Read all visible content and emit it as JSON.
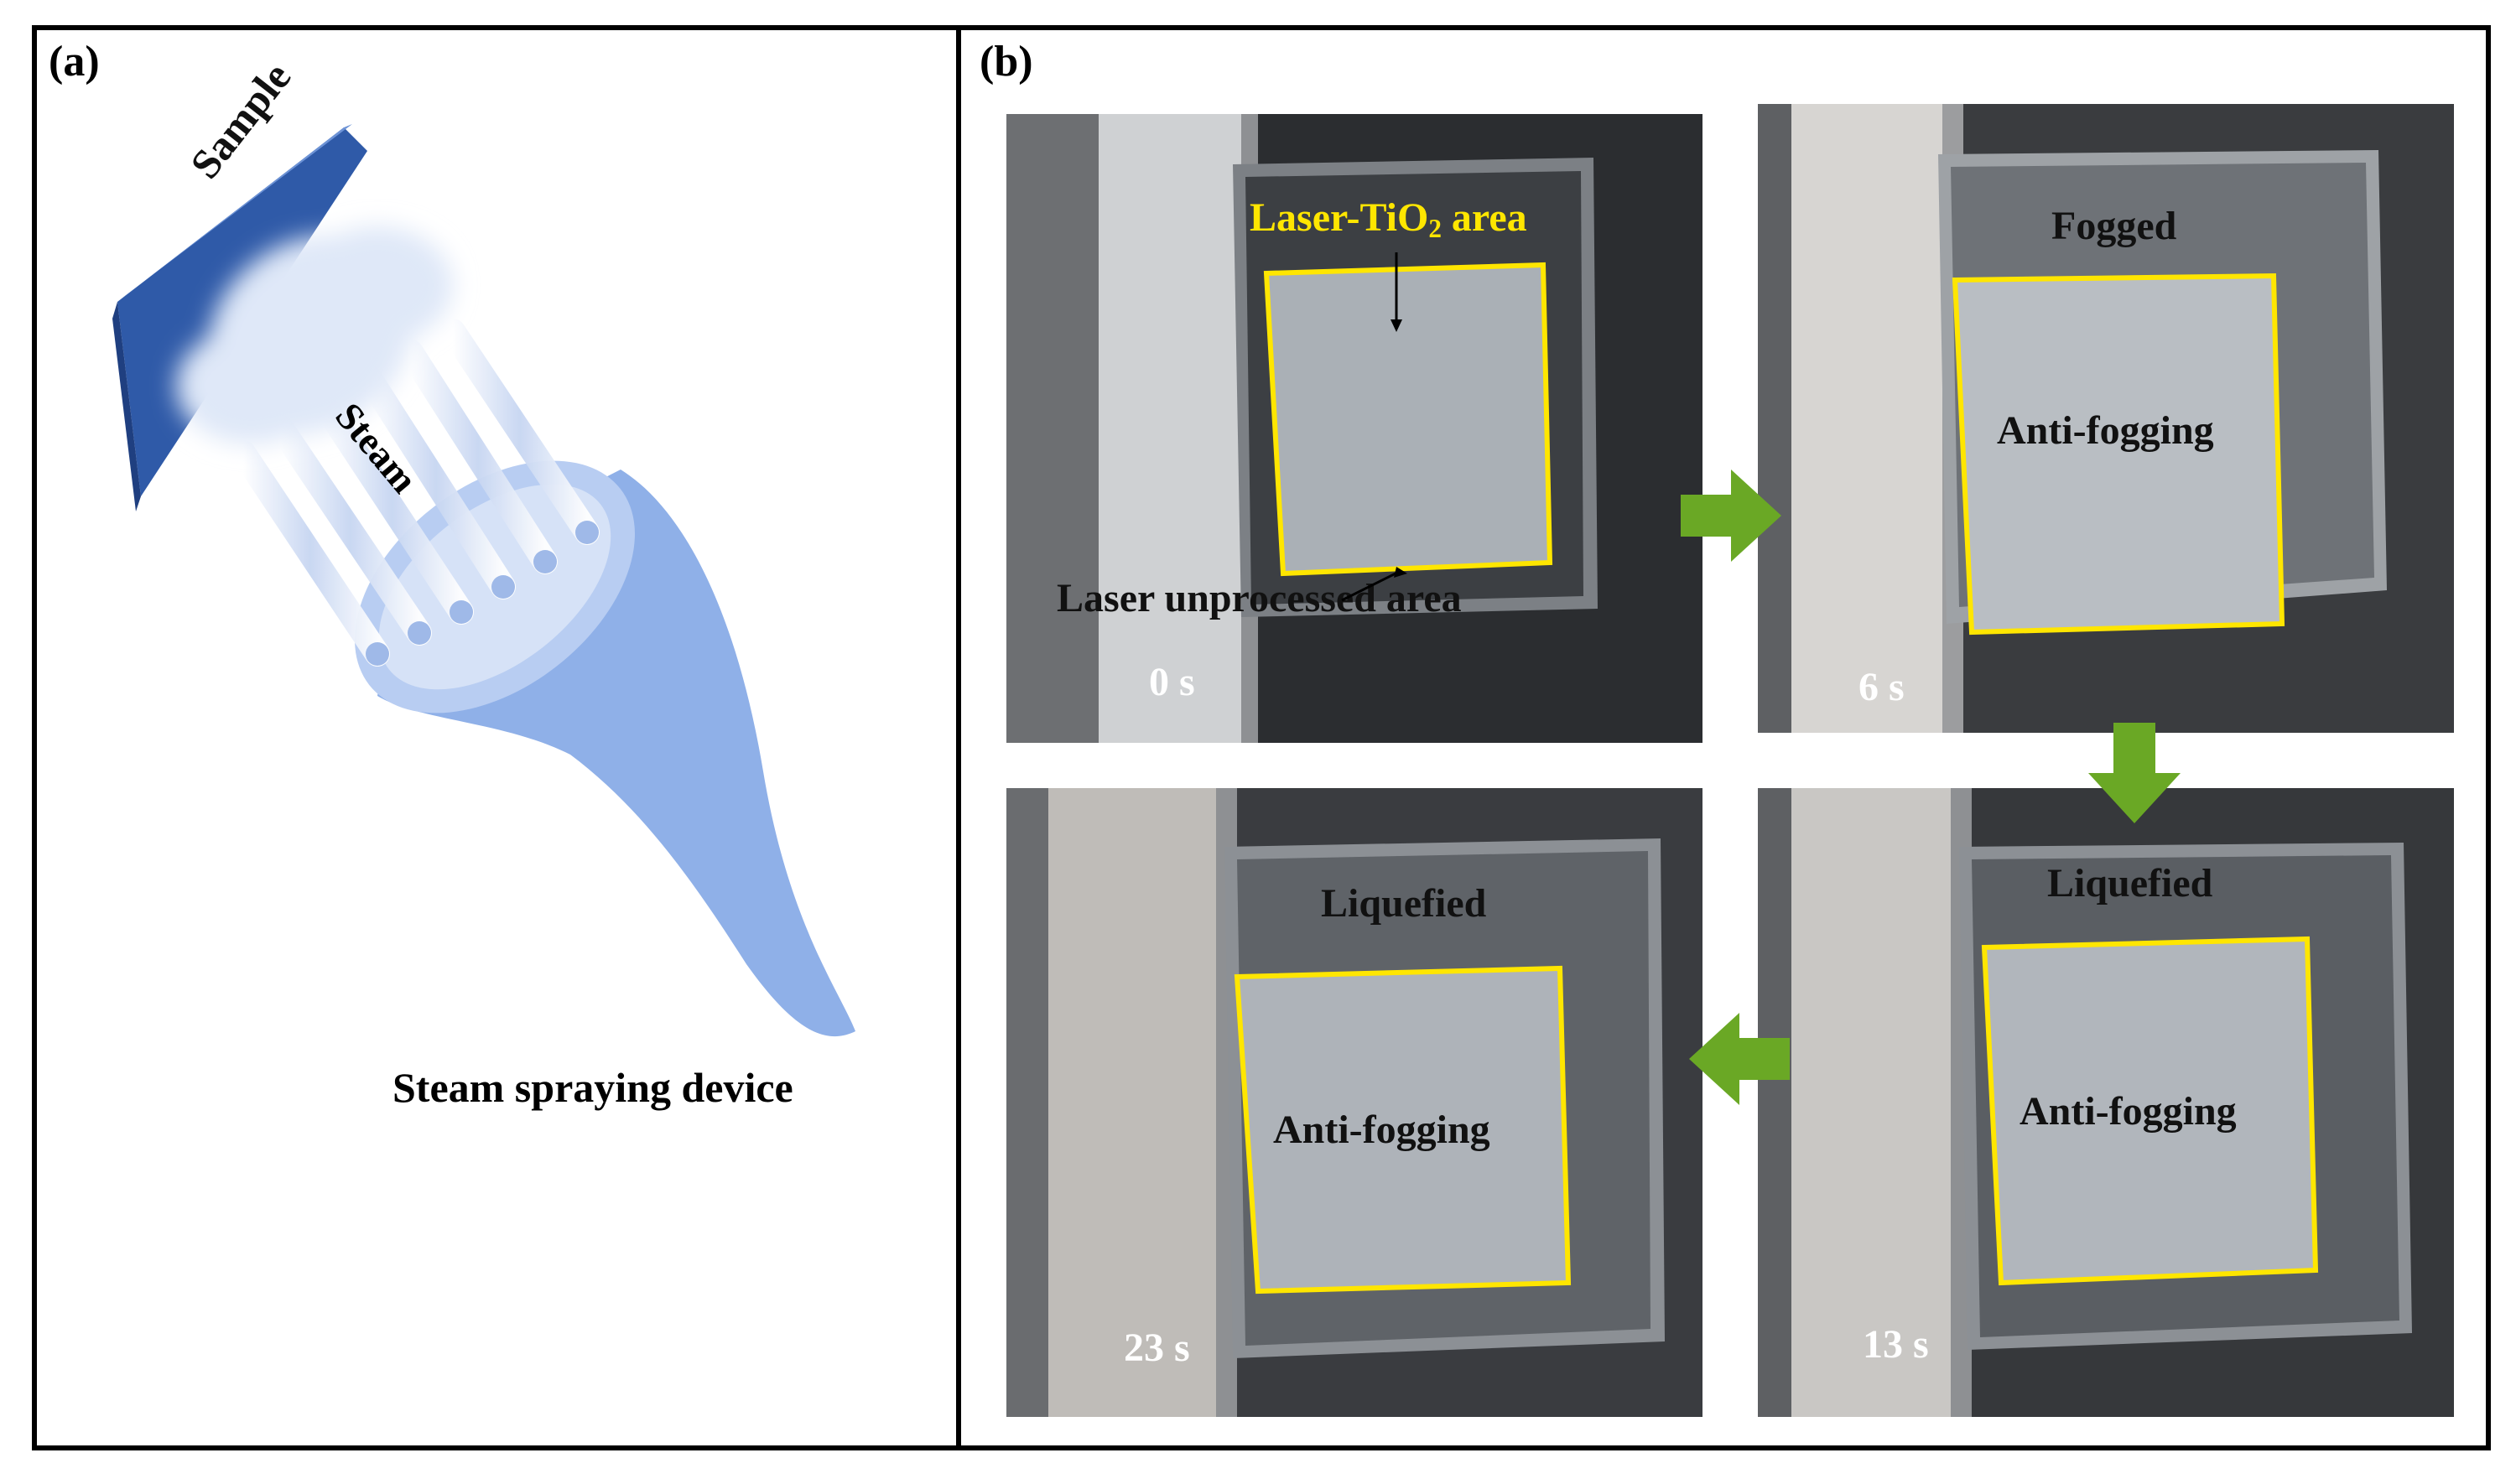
{
  "panel_a": {
    "label": "(a)",
    "sample_label": "Sample",
    "steam_label": "Steam",
    "device_label": "Steam spraying device"
  },
  "panel_b": {
    "label": "(b)",
    "photos": [
      {
        "time": "0 s",
        "area_label_main": "Laser-TiO",
        "area_label_sub": "2",
        "area_label_tail": " area",
        "unprocessed_label": "Laser unprocessed area"
      },
      {
        "time": "6 s",
        "top_label": "Fogged",
        "center_label": "Anti-fogging"
      },
      {
        "time": "13 s",
        "top_label": "Liquefied",
        "center_label": "Anti-fogging"
      },
      {
        "time": "23 s",
        "top_label": "Liquefied",
        "center_label": "Anti-fogging"
      }
    ]
  },
  "colors": {
    "sample_blue": "#3a67b8",
    "device_blue": "#8fb0e8",
    "highlight_yellow": "#ffe600",
    "arrow_green": "#6aa825"
  }
}
